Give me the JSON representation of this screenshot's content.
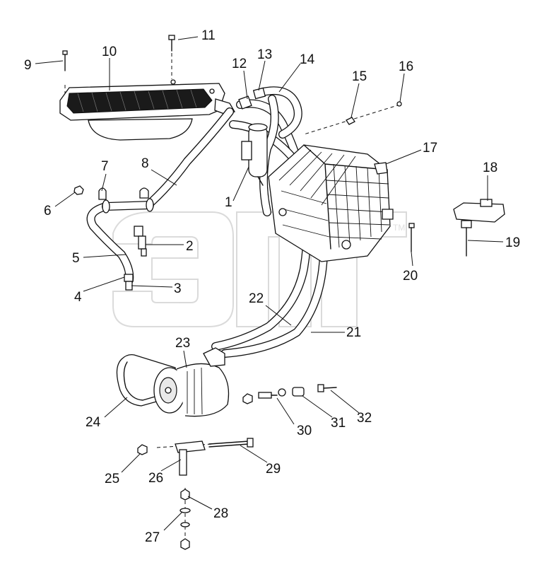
{
  "diagram": {
    "watermark": {
      "letters": [
        "Э",
        "П",
        "Г"
      ],
      "tm": "TM"
    },
    "callouts": [
      "1",
      "2",
      "3",
      "4",
      "5",
      "6",
      "7",
      "8",
      "9",
      "10",
      "11",
      "12",
      "13",
      "14",
      "15",
      "16",
      "17",
      "18",
      "19",
      "20",
      "21",
      "22",
      "23",
      "24",
      "25",
      "26",
      "27",
      "28",
      "29",
      "30",
      "31",
      "32"
    ]
  }
}
